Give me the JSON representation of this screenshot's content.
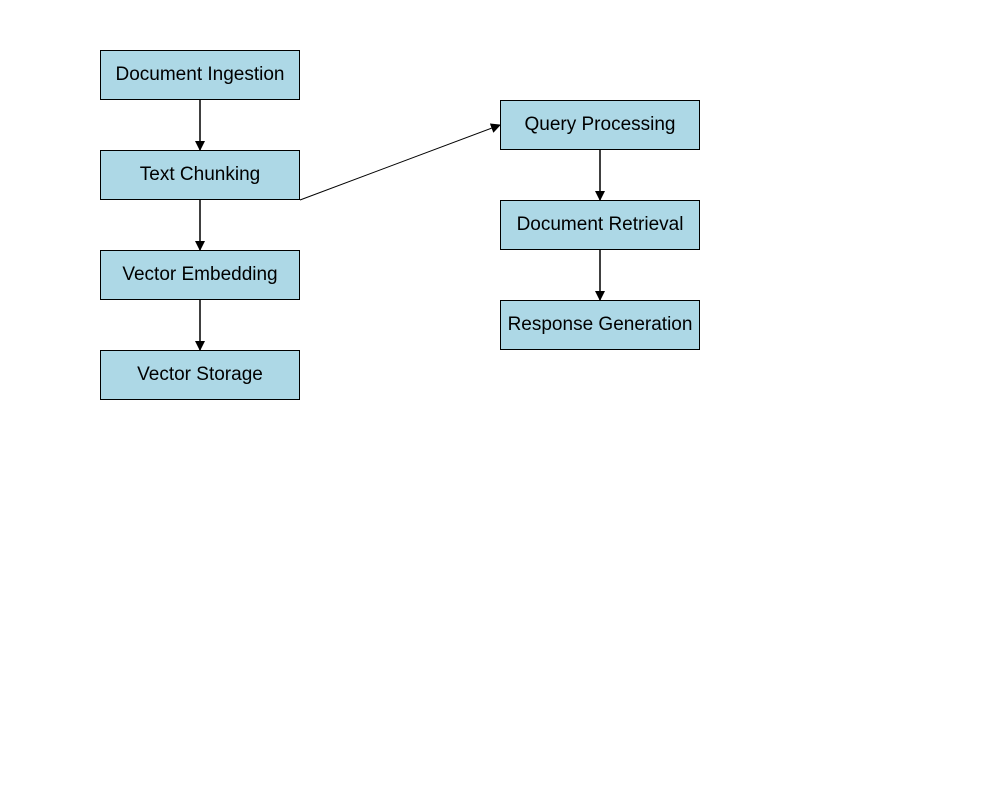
{
  "diagram": {
    "colors": {
      "node_fill": "#add8e6",
      "node_border": "#000000",
      "edge": "#000000",
      "background": "#ffffff"
    },
    "nodes": [
      {
        "id": "document-ingestion",
        "label": "Document Ingestion"
      },
      {
        "id": "text-chunking",
        "label": "Text Chunking"
      },
      {
        "id": "vector-embedding",
        "label": "Vector Embedding"
      },
      {
        "id": "vector-storage",
        "label": "Vector Storage"
      },
      {
        "id": "query-processing",
        "label": "Query Processing"
      },
      {
        "id": "document-retrieval",
        "label": "Document Retrieval"
      },
      {
        "id": "response-generation",
        "label": "Response Generation"
      }
    ],
    "edges": [
      {
        "from": "document-ingestion",
        "to": "text-chunking"
      },
      {
        "from": "text-chunking",
        "to": "vector-embedding"
      },
      {
        "from": "vector-embedding",
        "to": "vector-storage"
      },
      {
        "from": "text-chunking",
        "to": "query-processing"
      },
      {
        "from": "query-processing",
        "to": "document-retrieval"
      },
      {
        "from": "document-retrieval",
        "to": "response-generation"
      }
    ]
  }
}
